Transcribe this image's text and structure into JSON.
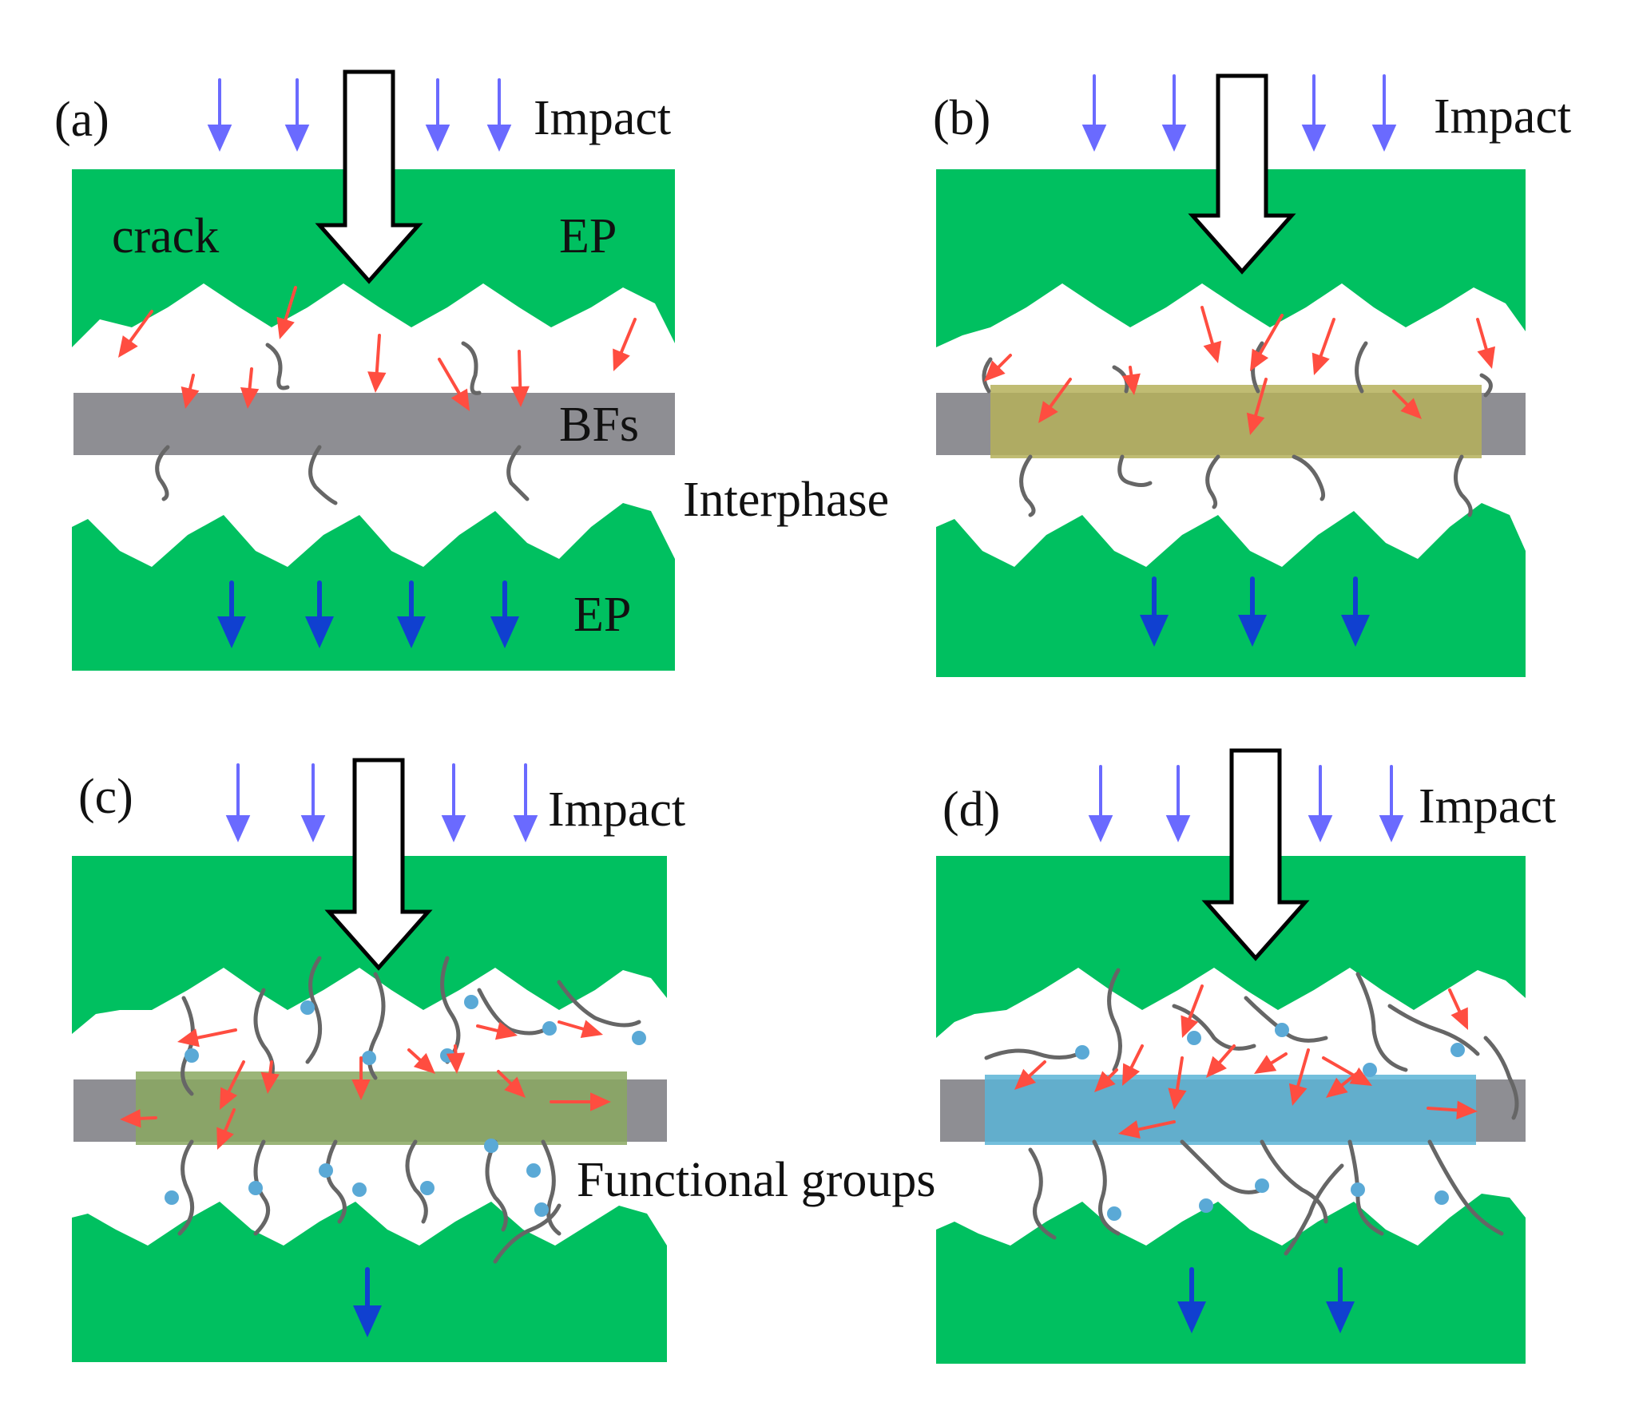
{
  "panels": [
    {
      "id": "a",
      "label": "(a)",
      "impact": "Impact"
    },
    {
      "id": "b",
      "label": "(b)",
      "impact": "Impact"
    },
    {
      "id": "c",
      "label": "(c)",
      "impact": "Impact"
    },
    {
      "id": "d",
      "label": "(d)",
      "impact": "Impact"
    }
  ],
  "labels": {
    "crack": "crack",
    "ep_top": "EP",
    "ep_bottom": "EP",
    "bfs": "BFs",
    "interphase": "Interphase",
    "functional_groups": "Functional groups"
  },
  "colors": {
    "matrix": "#00c060",
    "fiber": "#8e8e93",
    "interphase_b": "#b5b05a",
    "interphase_c": "#8aa860",
    "interphase_d": "#5ab4d6",
    "impact_arrow_small": "#6a6aff",
    "stress_arrow": "#ff4d40",
    "down_arrow": "#1040d0",
    "chain": "#666666",
    "functional_group": "#5aa9d6"
  }
}
